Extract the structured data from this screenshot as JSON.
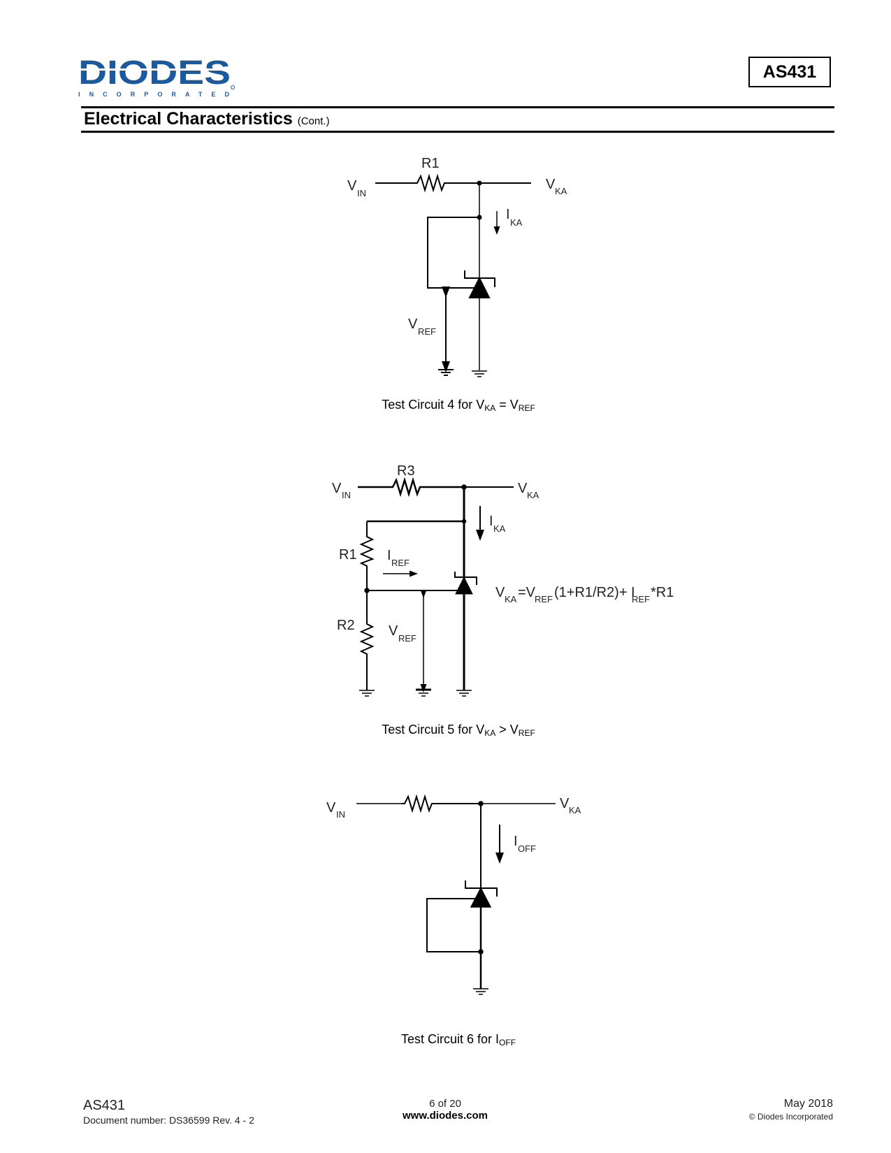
{
  "header": {
    "logo_text": "DIODES",
    "logo_subtext": "INCORPORATED",
    "brand_color": "#1b5a9e",
    "part_number": "AS431",
    "section_title": "Electrical Characteristics",
    "section_title_suffix": "(Cont.)"
  },
  "circuits": [
    {
      "labels": {
        "vin_v": "V",
        "vin_sub": "IN",
        "r1": "R1",
        "vka_v": "V",
        "vka_sub": "KA",
        "ika_i": "I",
        "ika_sub": "KA",
        "vref_v": "V",
        "vref_sub": "REF"
      },
      "caption": {
        "prefix": "Test Circuit 4 for V",
        "sub1": "KA",
        "mid": " = V",
        "sub2": "REF"
      }
    },
    {
      "labels": {
        "vin_v": "V",
        "vin_sub": "IN",
        "r3": "R3",
        "vka_v": "V",
        "vka_sub": "KA",
        "ika_i": "I",
        "ika_sub": "KA",
        "r1": "R1",
        "r2": "R2",
        "iref_i": "I",
        "iref_sub": "REF",
        "vref_v": "V",
        "vref_sub": "REF",
        "eq_v": "V",
        "eq_sub1": "KA",
        "eq_mid": "=V",
        "eq_sub2": "REF",
        "eq_body": "(1+R1/R2)+ I",
        "eq_sub3": "REF",
        "eq_end": "*R1"
      },
      "caption": {
        "prefix": "Test Circuit 5 for V",
        "sub1": "KA",
        "mid": " > V",
        "sub2": "REF"
      }
    },
    {
      "labels": {
        "vin_v": "V",
        "vin_sub": "IN",
        "vka_v": "V",
        "vka_sub": "KA",
        "ioff_i": "I",
        "ioff_sub": "OFF"
      },
      "caption": {
        "prefix": "Test Circuit 6 for I",
        "sub1": "OFF"
      }
    }
  ],
  "footer": {
    "part": "AS431",
    "doc_number": "Document number: DS36599  Rev. 4 - 2",
    "page": "6 of 20",
    "url": "www.diodes.com",
    "date": "May 2018",
    "copyright": "© Diodes Incorporated"
  }
}
